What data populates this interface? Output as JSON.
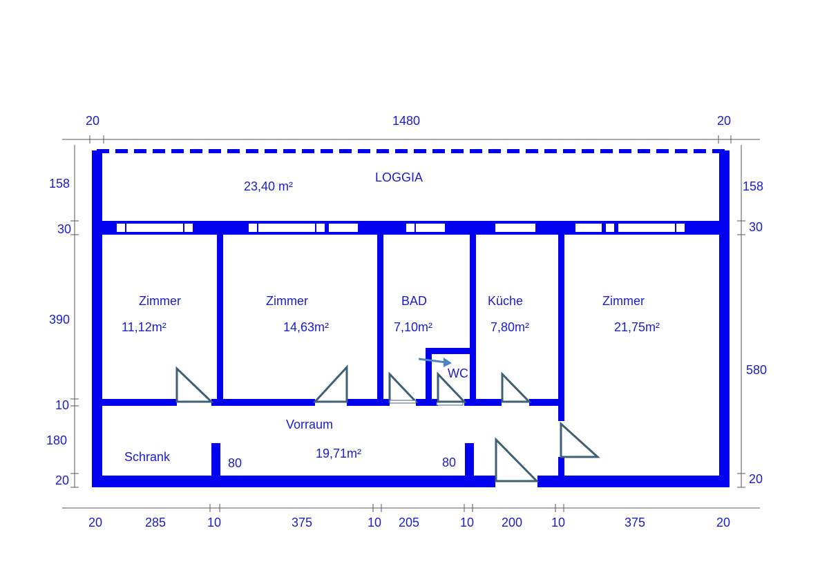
{
  "colors": {
    "wall": "#0000ee",
    "text": "#1c1ccc",
    "door": "#3f5f73",
    "arrow": "#4a86c0"
  },
  "rooms": {
    "loggia": {
      "name": "LOGGIA",
      "area": "23,40 m²"
    },
    "zimmer1": {
      "name": "Zimmer",
      "area": "11,12m²"
    },
    "zimmer2": {
      "name": "Zimmer",
      "area": "14,63m²"
    },
    "bad": {
      "name": "BAD",
      "area": "7,10m²"
    },
    "kueche": {
      "name": "Küche",
      "area": "7,80m²"
    },
    "zimmer3": {
      "name": "Zimmer",
      "area": "21,75m²"
    },
    "wc": {
      "name": "WC"
    },
    "vorraum": {
      "name": "Vorraum",
      "area": "19,71m²"
    },
    "schrank": {
      "name": "Schrank"
    }
  },
  "openings": {
    "left": "80",
    "right": "80"
  },
  "dimensions": {
    "top": [
      "20",
      "1480",
      "20"
    ],
    "left": [
      "158",
      "30",
      "390",
      "10",
      "180",
      "20"
    ],
    "right": [
      "158",
      "30",
      "580",
      "20"
    ],
    "bottom": [
      "20",
      "285",
      "10",
      "375",
      "10",
      "205",
      "10",
      "200",
      "10",
      "375",
      "20"
    ]
  }
}
